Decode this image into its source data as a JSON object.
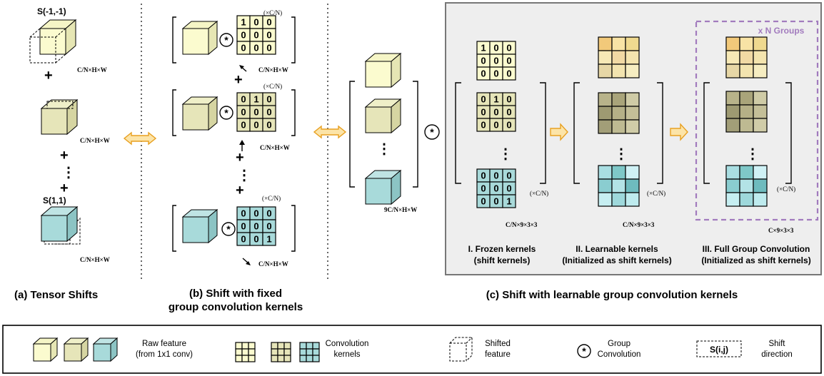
{
  "captions": {
    "a": "(a) Tensor Shifts",
    "b_line1": "(b) Shift with fixed",
    "b_line2": "group convolution kernels",
    "c": "(c) Shift with learnable group convolution kernels"
  },
  "section_a": {
    "shift_top": "S(-1,-1)",
    "shift_bottom": "S(1,1)",
    "dim_label": "C/N×H×W"
  },
  "section_b": {
    "multiplier": "(×C/N)",
    "dim_label": "C/N×H×W",
    "kernel1": [
      "1",
      "0",
      "0",
      "0",
      "0",
      "0",
      "0",
      "0",
      "0"
    ],
    "kernel2": [
      "0",
      "1",
      "0",
      "0",
      "0",
      "0",
      "0",
      "0",
      "0"
    ],
    "kernel3": [
      "0",
      "0",
      "0",
      "0",
      "0",
      "0",
      "0",
      "0",
      "1"
    ]
  },
  "section_c": {
    "stack_dim": "9C/N×H×W",
    "frozen_label_1": "I. Frozen kernels",
    "frozen_label_2": "(shift kernels)",
    "learn_label_1": "II. Learnable kernels",
    "learn_label_2": "(Initialized as shift kernels)",
    "full_label_1": "III. Full Group Convolution",
    "full_label_2": "(Initialized as shift kernels)",
    "groups": "x N Groups",
    "multiplier": "(×C/N)",
    "dim_kernels": "C/N×9×3×3",
    "dim_full": "C×9×3×3",
    "frozen_k1": [
      "1",
      "0",
      "0",
      "0",
      "0",
      "0",
      "0",
      "0",
      "0"
    ],
    "frozen_k2": [
      "0",
      "1",
      "0",
      "0",
      "0",
      "0",
      "0",
      "0",
      "0"
    ],
    "frozen_k3": [
      "0",
      "0",
      "0",
      "0",
      "0",
      "0",
      "0",
      "0",
      "1"
    ]
  },
  "legend": {
    "raw_1": "Raw feature",
    "raw_2": "(from 1x1 conv)",
    "conv_1": "Convolution",
    "conv_2": "kernels",
    "shifted_1": "Shifted",
    "shifted_2": "feature",
    "group_1": "Group",
    "group_2": "Convolution",
    "shift_box": "S(i,j)",
    "shiftdir_1": "Shift",
    "shiftdir_2": "direction"
  },
  "colors": {
    "yellow": "#FBFBCF",
    "olive": "#E6E5B9",
    "teal": "#A8DADA",
    "panel_bg": "#EEEEEE",
    "arrow": "#F3A21C",
    "groups_border": "#A27BBE"
  }
}
